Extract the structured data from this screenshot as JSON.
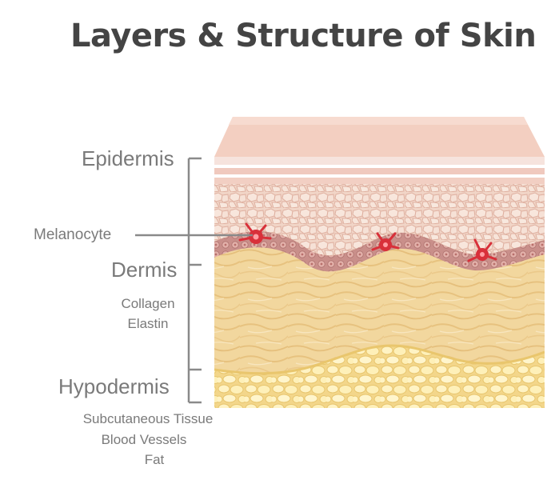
{
  "title": "Layers & Structure of Skin",
  "labels": {
    "epidermis": "Epidermis",
    "melanocyte": "Melanocyte",
    "dermis": "Dermis",
    "dermis_items": [
      "Collagen",
      "Elastin"
    ],
    "hypodermis": "Hypodermis",
    "hypodermis_items": [
      "Subcutaneous Tissue",
      "Blood Vessels",
      "Fat"
    ]
  },
  "colors": {
    "title": "#444444",
    "label": "#7a7a7a",
    "bracket": "#8a8a8a",
    "surface": "#f3cfc1",
    "epidermis": "#f1d3c4",
    "basal_layer": "#c98f8a",
    "dermis": "#f2d79e",
    "hypodermis": "#fbeba3",
    "melanocyte": "#d8303a"
  }
}
